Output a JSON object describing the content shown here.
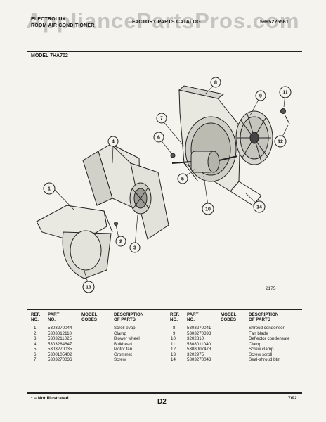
{
  "header": {
    "watermark": "AppliancePartsPros.com",
    "brand_line1": "ELECTROLUX",
    "brand_line2": "ROOM AIR CONDITIONER",
    "catalog": "FACTORY PARTS CATALOG",
    "catalog_no": "5995225561"
  },
  "model": "MODEL 7HA702",
  "diagram": {
    "figure_no": "2175",
    "callouts": [
      "1",
      "2",
      "3",
      "4",
      "5",
      "6",
      "7",
      "8",
      "9",
      "10",
      "11",
      "12",
      "13",
      "14"
    ]
  },
  "table": {
    "headers": {
      "ref": "REF.\nNO.",
      "part": "PART\nNO.",
      "model": "MODEL\nCODES",
      "desc": "DESCRIPTION\nOF PARTS"
    },
    "left": [
      {
        "ref": "1",
        "part": "5303270044",
        "desc": "Scroll evap"
      },
      {
        "ref": "2",
        "part": "5303012110",
        "desc": "Clamp"
      },
      {
        "ref": "3",
        "part": "5303211025",
        "desc": "Blower wheel"
      },
      {
        "ref": "4",
        "part": "5303284647",
        "desc": "Bulkhead"
      },
      {
        "ref": "5",
        "part": "5303270035",
        "desc": "Motor fan"
      },
      {
        "ref": "6",
        "part": "5300105402",
        "desc": "Grommet"
      },
      {
        "ref": "7",
        "part": "5303270036",
        "desc": "Screw"
      }
    ],
    "right": [
      {
        "ref": "8",
        "part": "5303270041",
        "desc": "Shroud condenser"
      },
      {
        "ref": "9",
        "part": "5303270893",
        "desc": "Fan blade"
      },
      {
        "ref": "10",
        "part": "3202810",
        "desc": "Deflector condensate"
      },
      {
        "ref": "11",
        "part": "5308011040",
        "desc": "Clamp"
      },
      {
        "ref": "12",
        "part": "5308007473",
        "desc": "Screw clamp"
      },
      {
        "ref": "13",
        "part": "3202975",
        "desc": "Screw scroll"
      },
      {
        "ref": "14",
        "part": "5303270043",
        "desc": "Seal-shroud btm"
      }
    ]
  },
  "footer": {
    "note": "* = Not Illustrated",
    "page": "D2",
    "date": "7/92"
  }
}
